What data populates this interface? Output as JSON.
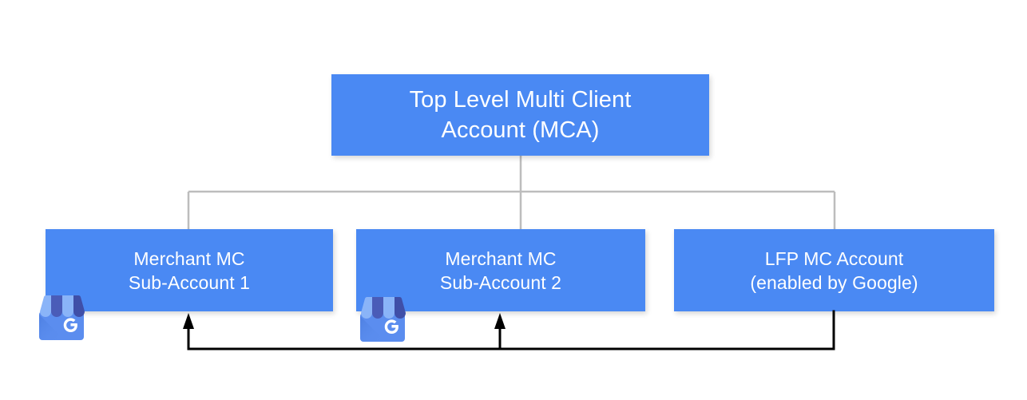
{
  "diagram": {
    "title_hidden": "Merchant Center account hierarchy",
    "colors": {
      "node_fill": "#4a89f3",
      "node_text": "#ffffff",
      "tree_connector": "#bdbdbd",
      "feedback_arrow": "#000000",
      "icon_body": "#5b8def",
      "icon_awning_light": "#8ab4f8",
      "icon_awning_dark": "#4a5cb8",
      "icon_glyph": "#ffffff",
      "background": "#ffffff"
    },
    "nodes": {
      "top": {
        "name": "Top Level Multi Client Account",
        "line1": "Top Level Multi Client",
        "line2": "Account (MCA)"
      },
      "sub1": {
        "name": "Merchant MC Sub-Account 1",
        "line1": "Merchant MC",
        "line2": "Sub-Account 1"
      },
      "sub2": {
        "name": "Merchant MC Sub-Account 2",
        "line1": "Merchant MC",
        "line2": "Sub-Account 2"
      },
      "lfp": {
        "name": "LFP MC Account",
        "line1": "LFP MC Account",
        "line2": "(enabled by Google)"
      }
    },
    "icons": {
      "store_1": "google-business-profile-store-icon",
      "store_2": "google-business-profile-store-icon",
      "store_glyph": "G"
    },
    "connectors": {
      "tree": "Top Level MCA branches down to three child accounts",
      "feedback": "LFP MC Account feeds back into Merchant MC Sub-Account 1 and Sub-Account 2"
    }
  }
}
